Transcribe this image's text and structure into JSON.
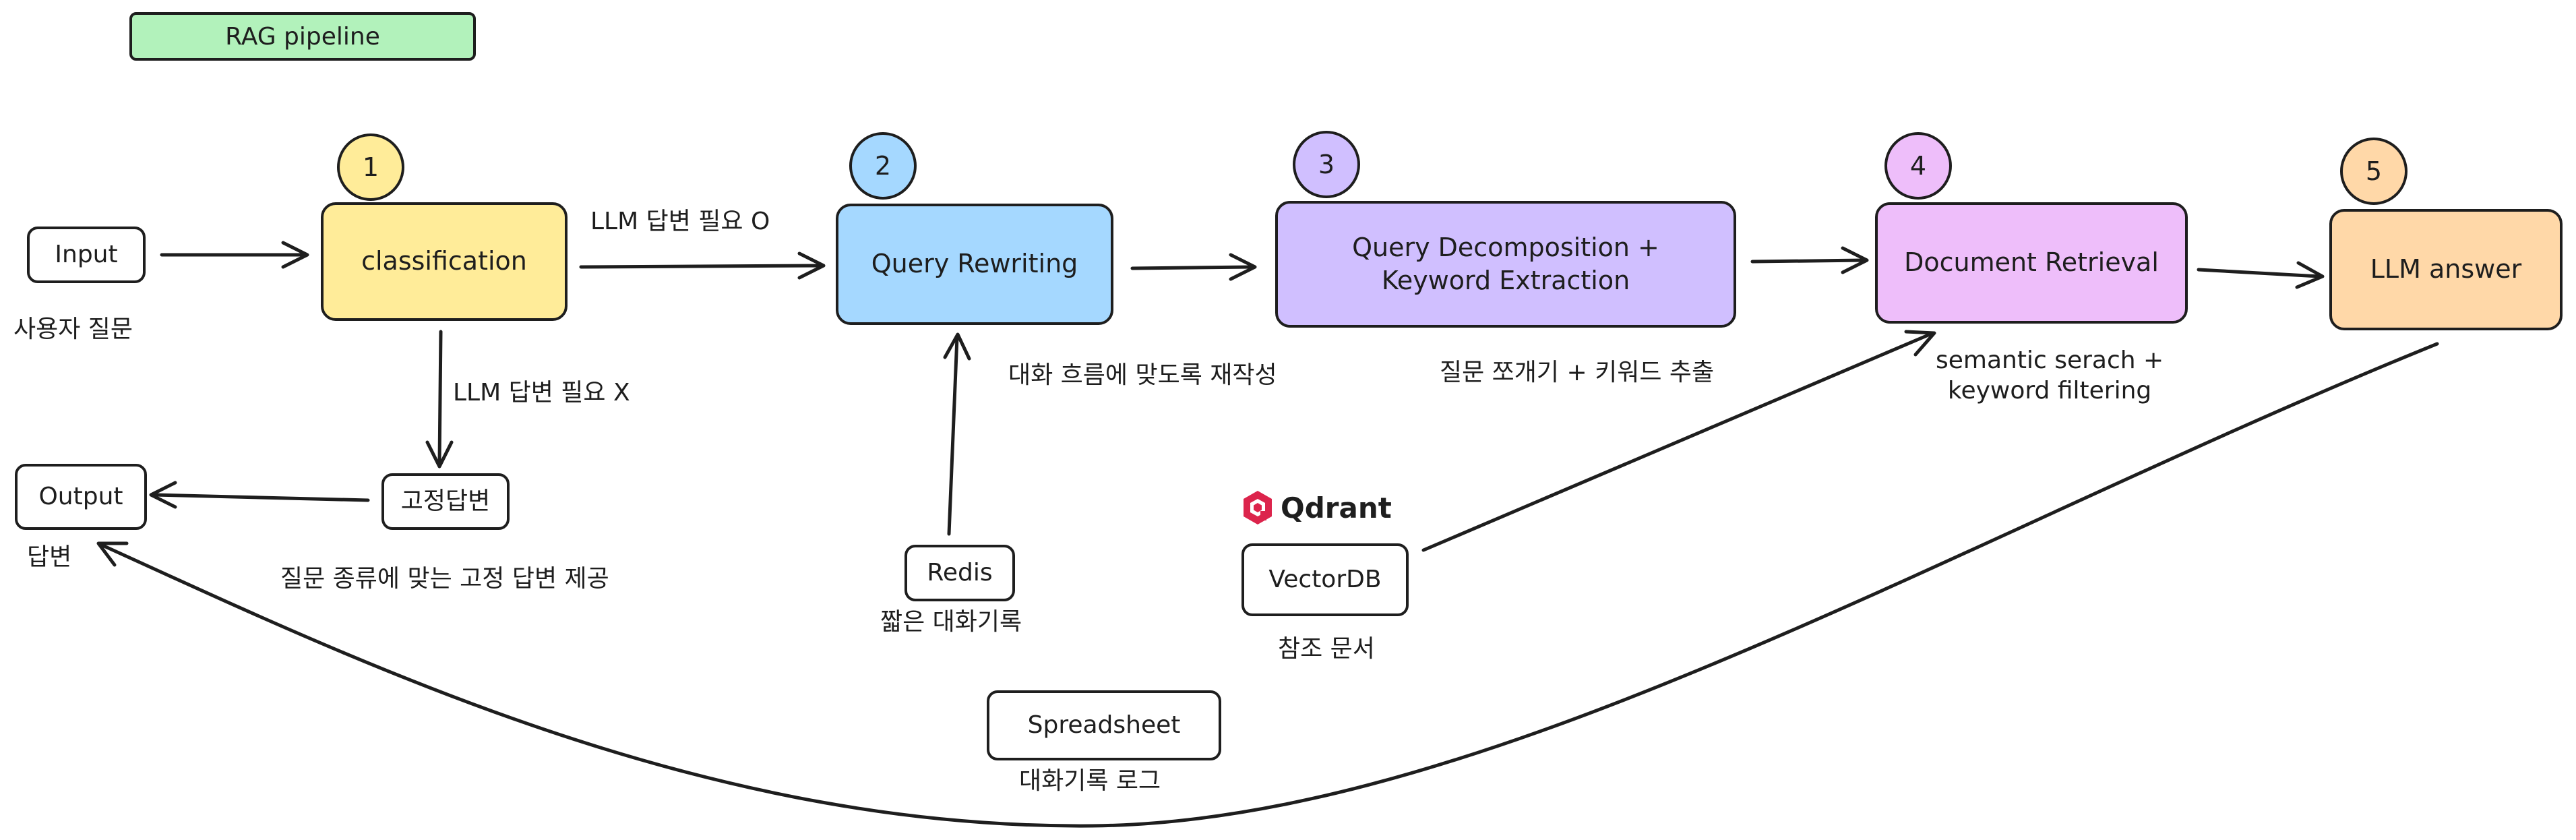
{
  "colors": {
    "title": "#b2f2bb",
    "stage1": "#ffec99",
    "stage2": "#a5d8ff",
    "stage3": "#d0bfff",
    "stage4": "#eebefa",
    "stage5": "#ffd8a8",
    "stroke": "#1e1e1e",
    "qdrant": "#dc244c"
  },
  "title": "RAG pipeline",
  "nodes": {
    "input": {
      "label": "Input",
      "caption": "사용자 질문"
    },
    "classification": {
      "badge": "1",
      "label": "classification"
    },
    "query_rewriting": {
      "badge": "2",
      "label": "Query Rewriting",
      "caption": "대화 흐름에 맞도록 재작성"
    },
    "query_decomposition": {
      "badge": "3",
      "label_line1": "Query Decomposition +",
      "label_line2": "Keyword Extraction",
      "caption": "질문 쪼개기 + 키워드 추출"
    },
    "document_retrieval": {
      "badge": "4",
      "label": "Document Retrieval",
      "caption_line1": "semantic serach +",
      "caption_line2": "keyword filtering"
    },
    "llm_answer": {
      "badge": "5",
      "label": "LLM answer"
    },
    "fixed_answer": {
      "label": "고정답변",
      "caption": "질문 종류에 맞는 고정 답변 제공"
    },
    "output": {
      "label": "Output",
      "caption": "답변"
    },
    "redis": {
      "label": "Redis",
      "caption": "짧은 대화기록"
    },
    "vectordb": {
      "label": "VectorDB",
      "caption": "참조 문서",
      "logo_text": "Qdrant",
      "logo_icon": "qdrant-logo-icon"
    },
    "spreadsheet": {
      "label": "Spreadsheet",
      "caption": "대화기록 로그"
    }
  },
  "edges": {
    "llm_needed_yes": "LLM 답변 필요 O",
    "llm_needed_no": "LLM 답변 필요 X"
  }
}
